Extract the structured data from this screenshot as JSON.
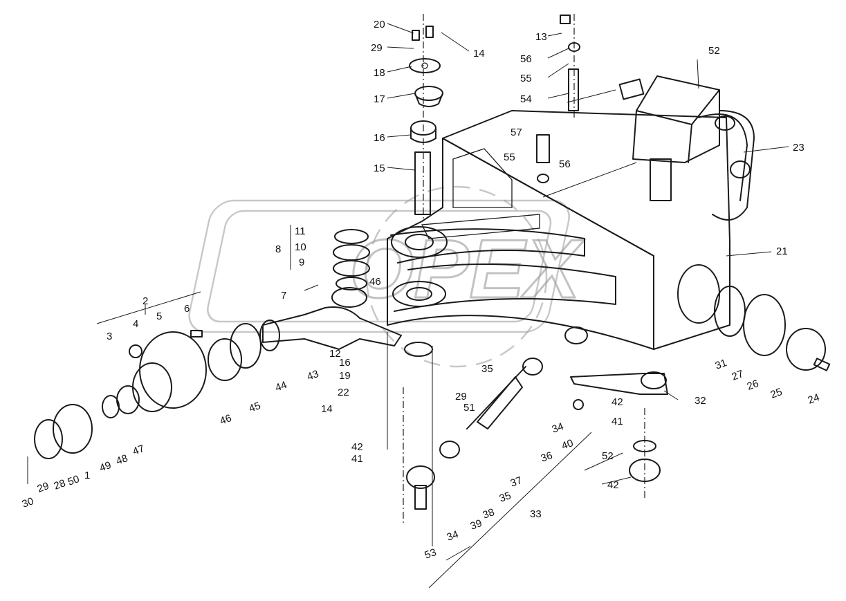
{
  "diagram": {
    "callouts": [
      "1",
      "2",
      "3",
      "4",
      "5",
      "6",
      "7",
      "8",
      "9",
      "10",
      "11",
      "12",
      "13",
      "14",
      "15",
      "16",
      "17",
      "18",
      "19",
      "20",
      "21",
      "22",
      "23",
      "24",
      "25",
      "26",
      "27",
      "28",
      "29",
      "30",
      "31",
      "32",
      "33",
      "34",
      "35",
      "36",
      "37",
      "38",
      "39",
      "40",
      "41",
      "42",
      "44",
      "45",
      "46",
      "47",
      "48",
      "49",
      "50",
      "51",
      "52",
      "53",
      "54",
      "55",
      "56",
      "57",
      "43"
    ]
  },
  "watermark": {
    "text": "OPEX"
  }
}
